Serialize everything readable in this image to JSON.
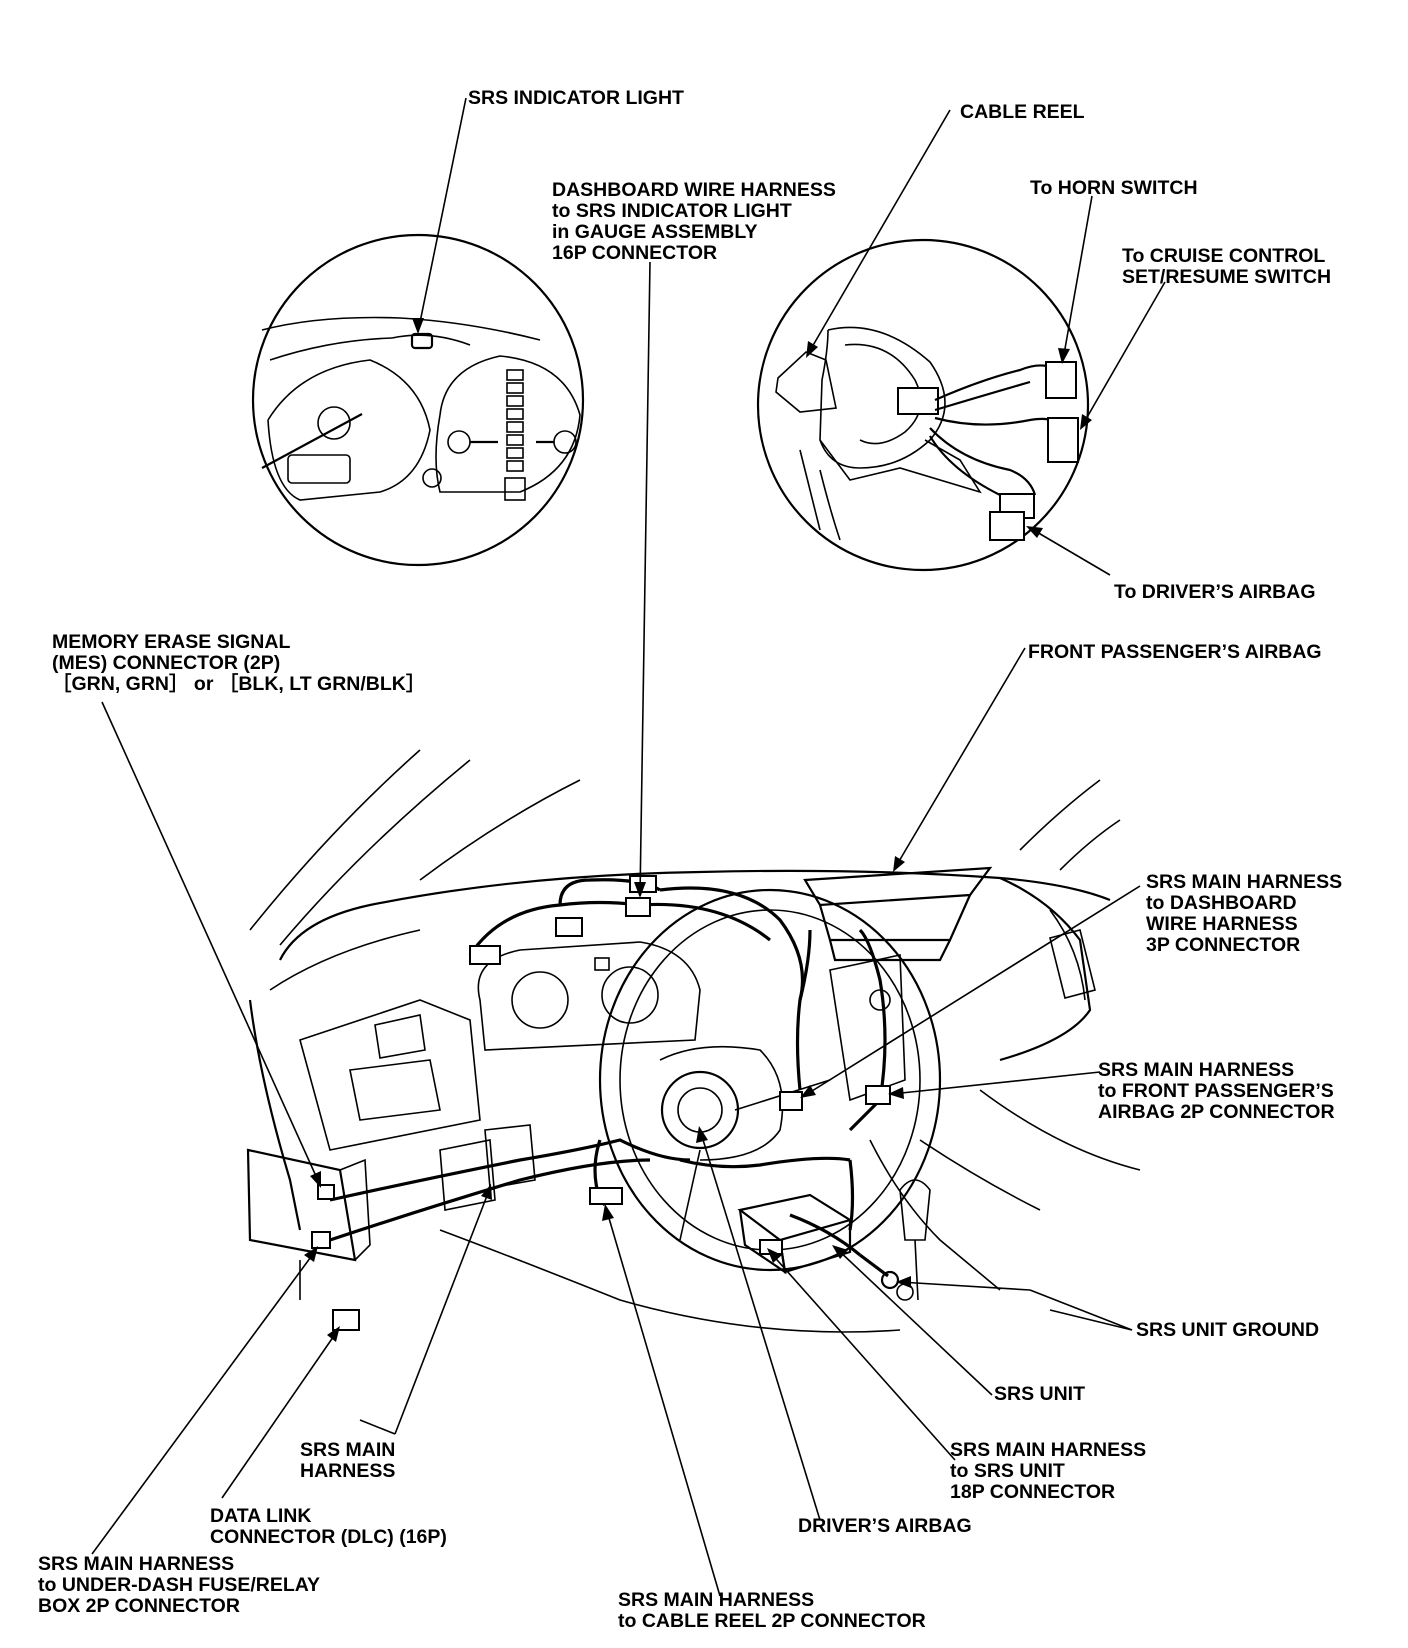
{
  "diagram": {
    "labels": {
      "srs_indicator_light": [
        "SRS INDICATOR LIGHT"
      ],
      "dashboard_wire_harness": [
        "DASHBOARD WIRE HARNESS",
        "to SRS INDICATOR LIGHT",
        "in GAUGE ASSEMBLY",
        "16P CONNECTOR"
      ],
      "cable_reel": [
        "CABLE REEL"
      ],
      "horn_switch": [
        "To HORN SWITCH"
      ],
      "cruise_control": [
        "To CRUISE CONTROL",
        "SET/RESUME SWITCH"
      ],
      "drivers_airbag_top": [
        "To DRIVER’S AIRBAG"
      ],
      "mes_connector": [
        "MEMORY ERASE SIGNAL",
        "(MES) CONNECTOR (2P)",
        "［GRN, GRN］ or ［BLK, LT GRN/BLK］"
      ],
      "front_passenger_airbag": [
        "FRONT PASSENGER’S AIRBAG"
      ],
      "main_harness_dashboard": [
        "SRS MAIN HARNESS",
        "to DASHBOARD",
        "WIRE HARNESS",
        "3P CONNECTOR"
      ],
      "main_harness_front_passenger": [
        "SRS MAIN HARNESS",
        "to FRONT PASSENGER’S",
        "AIRBAG 2P CONNECTOR"
      ],
      "srs_unit_ground": [
        "SRS UNIT GROUND"
      ],
      "srs_unit": [
        "SRS UNIT"
      ],
      "main_harness_srs_unit": [
        "SRS MAIN HARNESS",
        "to SRS UNIT",
        "18P CONNECTOR"
      ],
      "drivers_airbag": [
        "DRIVER’S AIRBAG"
      ],
      "srs_main_harness": [
        "SRS MAIN",
        "HARNESS"
      ],
      "data_link_connector": [
        "DATA LINK",
        "CONNECTOR (DLC) (16P)"
      ],
      "main_harness_fuse_box": [
        "SRS MAIN HARNESS",
        "to UNDER-DASH FUSE/RELAY",
        "BOX 2P CONNECTOR"
      ],
      "main_harness_cable_reel": [
        "SRS MAIN HARNESS",
        "to CABLE REEL 2P CONNECTOR"
      ]
    }
  }
}
